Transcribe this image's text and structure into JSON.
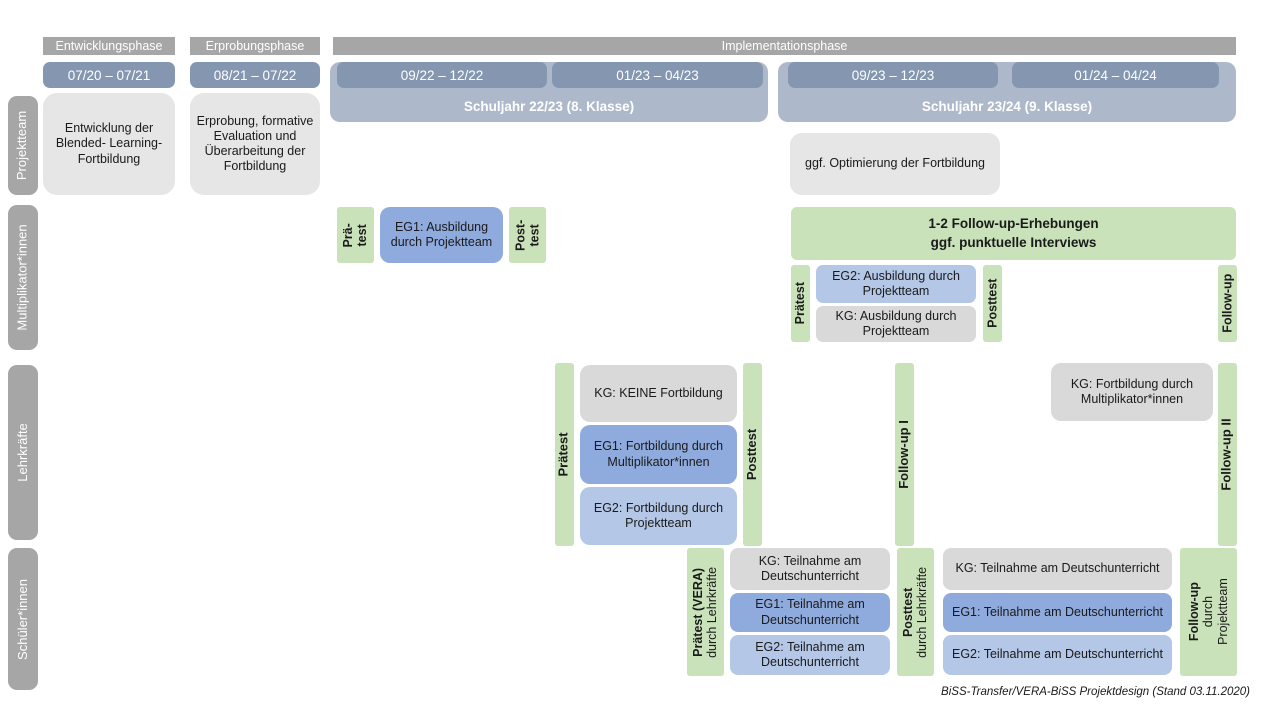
{
  "header": {
    "phases": {
      "entwicklung": "Entwicklungsphase",
      "erprobung": "Erprobungsphase",
      "implementation": "Implementationsphase"
    },
    "dates": {
      "d1": "07/20 – 07/21",
      "d2": "08/21 – 07/22",
      "d3": "09/22 – 12/22",
      "d4": "01/23 – 04/23",
      "d5": "09/23 – 12/23",
      "d6": "01/24 – 04/24"
    },
    "school_years": {
      "sy1": "Schuljahr 22/23 (8. Klasse)",
      "sy2": "Schuljahr 23/24 (9. Klasse)"
    }
  },
  "row_labels": {
    "projektteam": "Projektteam",
    "multiplikatoren": "Multiplikator*innen",
    "lehrkraefte": "Lehrkräfte",
    "schueler": "Schüler*innen"
  },
  "projektteam": {
    "entwicklung": "Entwicklung der Blended- Learning- Fortbildung",
    "erprobung": "Erprobung, formative Evaluation und Überarbeitung der Fortbildung",
    "optimierung": "ggf. Optimierung der Fortbildung"
  },
  "multiplikatoren": {
    "praetest_l1": "Prä-",
    "praetest_l2": "test",
    "eg1": "EG1: Ausbildung durch Projektteam",
    "posttest_l1": "Post-",
    "posttest_l2": "test",
    "followup_box_l1": "1-2 Follow-up-Erhebungen",
    "followup_box_l2": "ggf. punktuelle Interviews",
    "praetest2": "Prätest",
    "eg2": "EG2: Ausbildung durch Projektteam",
    "kg": "KG: Ausbildung durch Projektteam",
    "posttest2": "Posttest",
    "followup": "Follow-up"
  },
  "lehrkraefte": {
    "praetest": "Prätest",
    "kg": "KG: KEINE Fortbildung",
    "eg1": "EG1: Fortbildung durch Multiplikator*innen",
    "eg2": "EG2: Fortbildung durch Projektteam",
    "posttest": "Posttest",
    "followup1": "Follow-up I",
    "kg2": "KG: Fortbildung durch Multiplikator*innen",
    "followup2": "Follow-up II"
  },
  "schueler": {
    "praetest_main": "Prätest (VERA)",
    "praetest_sub": "durch Lehrkräfte",
    "kg1": "KG: Teilnahme am Deutschunterricht",
    "eg1a": "EG1: Teilnahme am Deutschunterricht",
    "eg2a": "EG2: Teilnahme am Deutschunterricht",
    "posttest_main": "Posttest",
    "posttest_sub": "durch Lehrkräfte",
    "kg2": "KG: Teilnahme am Deutschunterricht",
    "eg1b": "EG1: Teilnahme am Deutschunterricht",
    "eg2b": "EG2: Teilnahme am Deutschunterricht",
    "followup_main": "Follow-up",
    "followup_sub1": "durch",
    "followup_sub2": "Projektteam"
  },
  "caption": "BiSS-Transfer/VERA-BiSS Projektdesign (Stand 03.11.2020)",
  "colors": {
    "phase_gray": "#A6A6A6",
    "date_blue": "#8496B0",
    "schoolyear_blue": "#ADB9CA",
    "light_gray_box": "#E7E6E6",
    "kg_gray": "#D9D9D9",
    "green": "#C9E2BA",
    "eg1_blue": "#8FAADC",
    "eg2_blue": "#B4C7E7"
  }
}
